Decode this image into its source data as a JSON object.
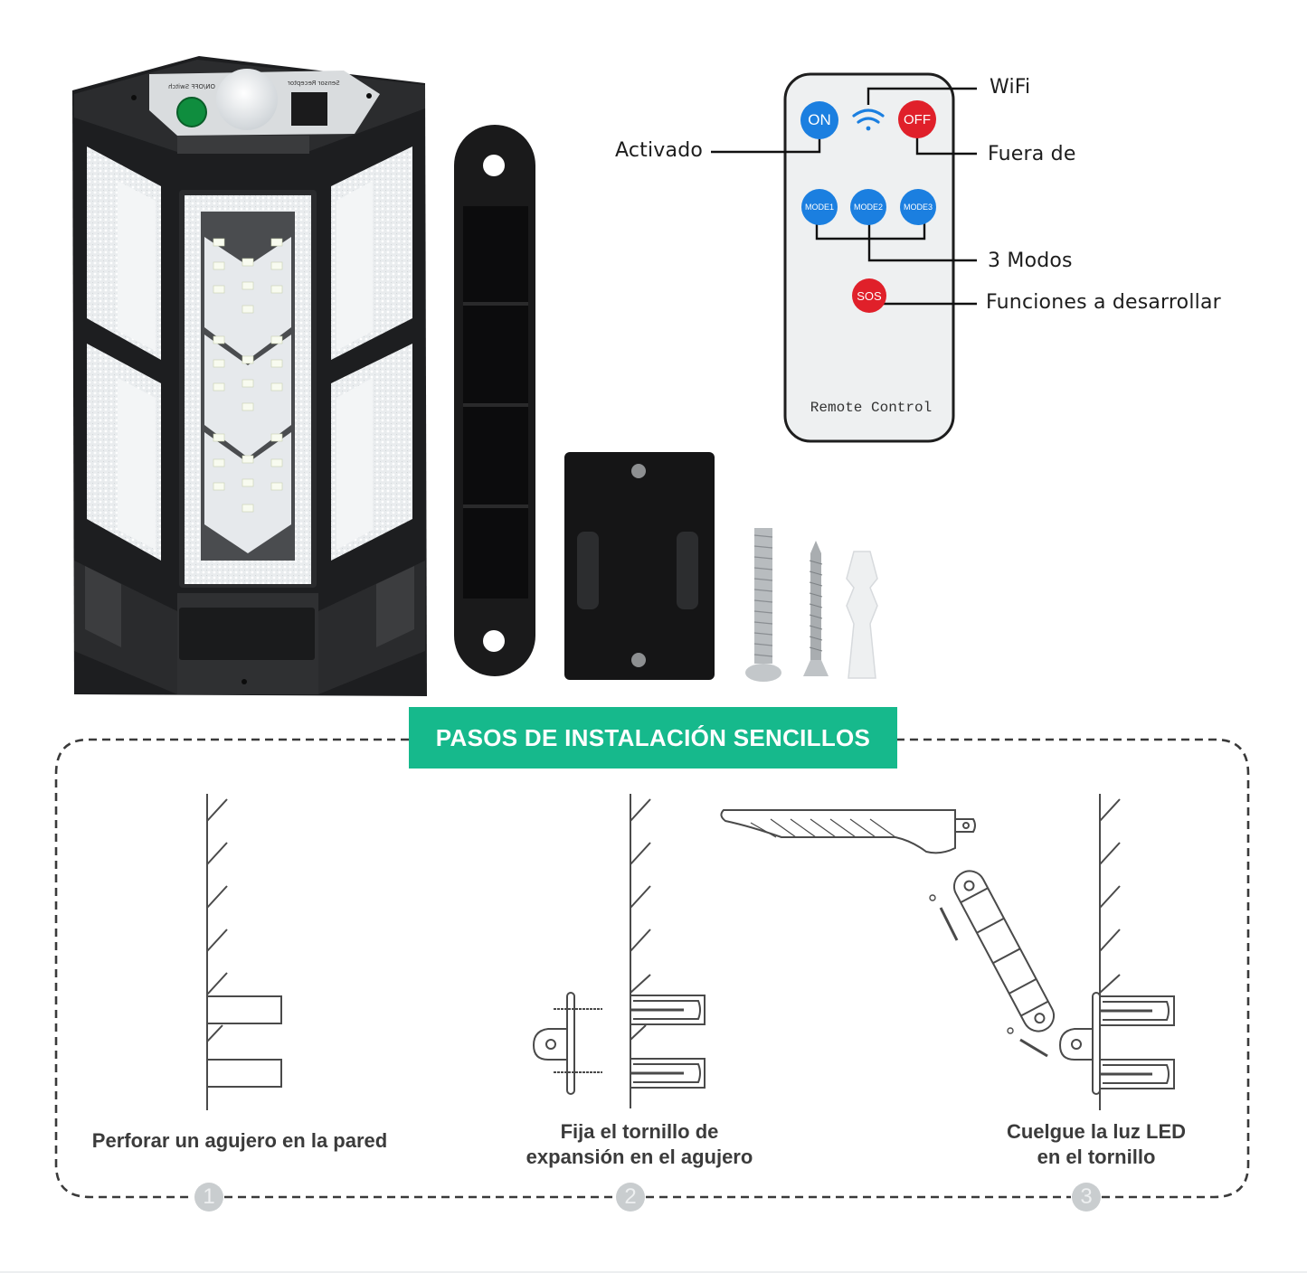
{
  "product": {
    "top_panel": {
      "switch_label": "ON/OFF Switch",
      "sensor_label": "Sensor Receptor"
    },
    "accessories": [
      "mounting-bracket",
      "wall-plate",
      "machine-screw",
      "wood-screw",
      "wall-anchor"
    ]
  },
  "remote": {
    "title": "Remote Control",
    "buttons": {
      "on": "ON",
      "off": "OFF",
      "mode1": "MODE1",
      "mode2": "MODE2",
      "mode3": "MODE3",
      "sos": "SOS"
    },
    "callouts": {
      "wifi": "WiFi",
      "on": "Activado",
      "off": "Fuera de",
      "modes": "3 Modos",
      "sos": "Funciones a desarrollar"
    },
    "colors": {
      "blue": "#1b7fe0",
      "red": "#e0202a"
    }
  },
  "installation": {
    "title": "PASOS DE INSTALACIÓN SENCILLOS",
    "accent": "#16b98c",
    "steps": [
      {
        "number": "1",
        "line1": "Perforar un agujero en la pared",
        "line2": ""
      },
      {
        "number": "2",
        "line1": "Fija el tornillo de",
        "line2": "expansión en el agujero"
      },
      {
        "number": "3",
        "line1": "Cuelgue la luz LED",
        "line2": "en el tornillo"
      }
    ]
  }
}
